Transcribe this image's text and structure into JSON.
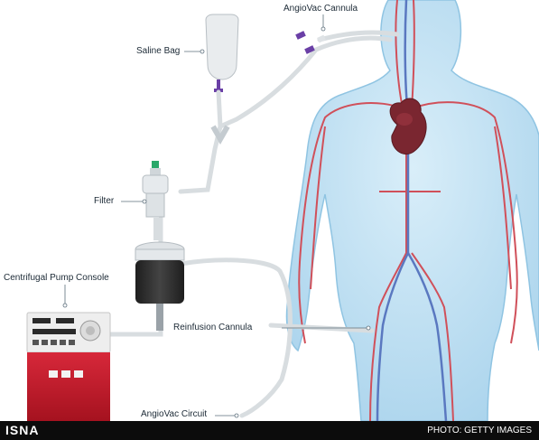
{
  "labels": {
    "angiovac_cannula": "AngioVac Cannula",
    "saline_bag": "Saline Bag",
    "filter": "Filter",
    "centrifugal_pump_console": "Centrifugal Pump Console",
    "reinfusion_cannula": "Reinfusion Cannula",
    "angiovac_circuit": "AngioVac Circuit"
  },
  "footer": {
    "brand": "ISNA",
    "credit": "PHOTO: GETTY IMAGES"
  },
  "colors": {
    "body_fill": "#bfe0f2",
    "body_edge": "#8fc4e2",
    "artery": "#d0505a",
    "vein": "#5a78c0",
    "heart": "#7a2630",
    "console_red": "#c81e2c",
    "console_panel": "#eeeeee",
    "pump_dark": "#2a2a2a",
    "tube": "#d8dde0",
    "cannula_tip": "#6a3fa6"
  }
}
